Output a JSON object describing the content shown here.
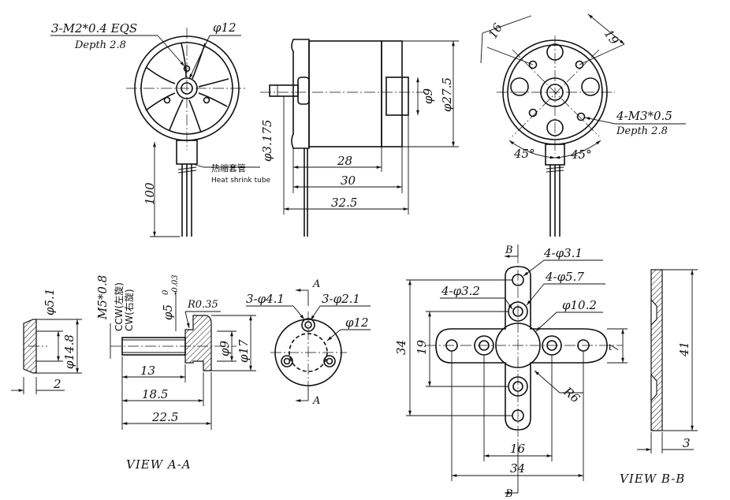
{
  "front_view": {
    "thread_note": "3-M2*0.4 EQS",
    "depth_note": "Depth 2.8",
    "diameter": "φ12",
    "cable_length": "100",
    "sleeve_cn": "热缩套管",
    "sleeve_en": "Heat shrink tube"
  },
  "side_view": {
    "shaft_dia": "φ3.175",
    "bell_dia": "φ9",
    "body_dia": "φ27.5",
    "len_28": "28",
    "len_30": "30",
    "len_32_5": "32.5"
  },
  "rear_view": {
    "dim_16": "16",
    "dim_19": "19",
    "thread_note": "4-M3*0.5",
    "depth_note": "Depth 2.8",
    "angle_left": "45°",
    "angle_right": "45°"
  },
  "washer_view": {
    "dia_inner": "φ5.1",
    "dia_outer": "φ14.8",
    "thickness": "2"
  },
  "prop_adapter": {
    "thread": "M5*0.8",
    "ccw_label": "CCW(左旋)",
    "cw_label": "CW(右旋)",
    "bore_main": "φ5",
    "bore_tol_upper": "0",
    "bore_tol_lower": "-0.03",
    "radius": "R0.35",
    "flange_dia": "φ9",
    "flange_outer": "φ17",
    "len_13": "13",
    "len_18_5": "18.5",
    "len_22_5": "22.5",
    "view_label": "VIEW  A-A"
  },
  "adapter_end": {
    "holes_large": "3-φ4.1",
    "holes_small": "3-φ2.1",
    "dia": "φ12",
    "section_a_top": "A",
    "section_a_bottom": "A"
  },
  "cross_mount": {
    "holes_a": "4-φ3.1",
    "holes_b": "4-φ5.7",
    "holes_c": "4-φ3.2",
    "center_dia": "φ10.2",
    "radius": "R6",
    "height_34": "34",
    "height_19": "19",
    "width_7": "7",
    "width_16": "16",
    "width_34": "34",
    "section_b_top": "B",
    "section_b_bottom": "B"
  },
  "section_bb": {
    "height": "41",
    "thickness": "3",
    "view_label": "VIEW  B-B"
  }
}
